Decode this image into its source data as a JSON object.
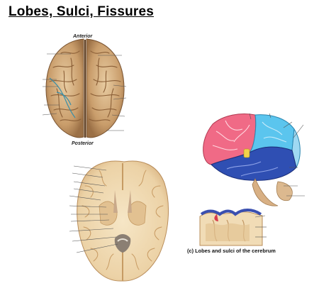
{
  "slide": {
    "title": "Lobes, Sulci, Fissures"
  },
  "figure_superior": {
    "top_label": "Anterior",
    "bottom_label": "Posterior"
  },
  "figure_cerebrum": {
    "caption": "(c) Lobes and sulci of the cerebrum"
  },
  "colors": {
    "frontal": "#f06a86",
    "parietal": "#5bc5ee",
    "temporal": "#2f4fb3",
    "occipital": "#9fd9f2",
    "brain_tan": "#d9b98e",
    "section_tan": "#f1dcb6",
    "leader_line": "#555555"
  }
}
